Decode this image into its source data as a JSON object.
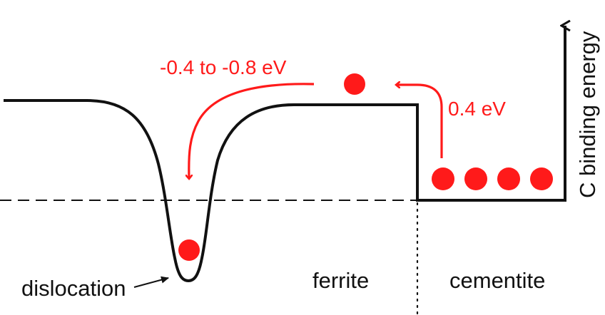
{
  "colors": {
    "curve": "#111111",
    "accent": "#ff1a1a",
    "background": "#ffffff"
  },
  "labels": {
    "dislocation": "dislocation",
    "ferrite": "ferrite",
    "cementite": "cementite",
    "axis": "C binding energy",
    "transfer_dislocation": "-0.4 to -0.8 eV",
    "transfer_cementite": "0.4 eV"
  },
  "carbon_atoms": {
    "in_dislocation": 1,
    "in_ferrite": 1,
    "in_cementite": 4
  },
  "icons": {
    "axis_arrow": "arrow-up-icon",
    "transfer_arrow_left": "curved-arrow-down-icon",
    "transfer_arrow_right": "curved-arrow-left-icon",
    "pointer_arrow": "arrow-right-icon"
  }
}
